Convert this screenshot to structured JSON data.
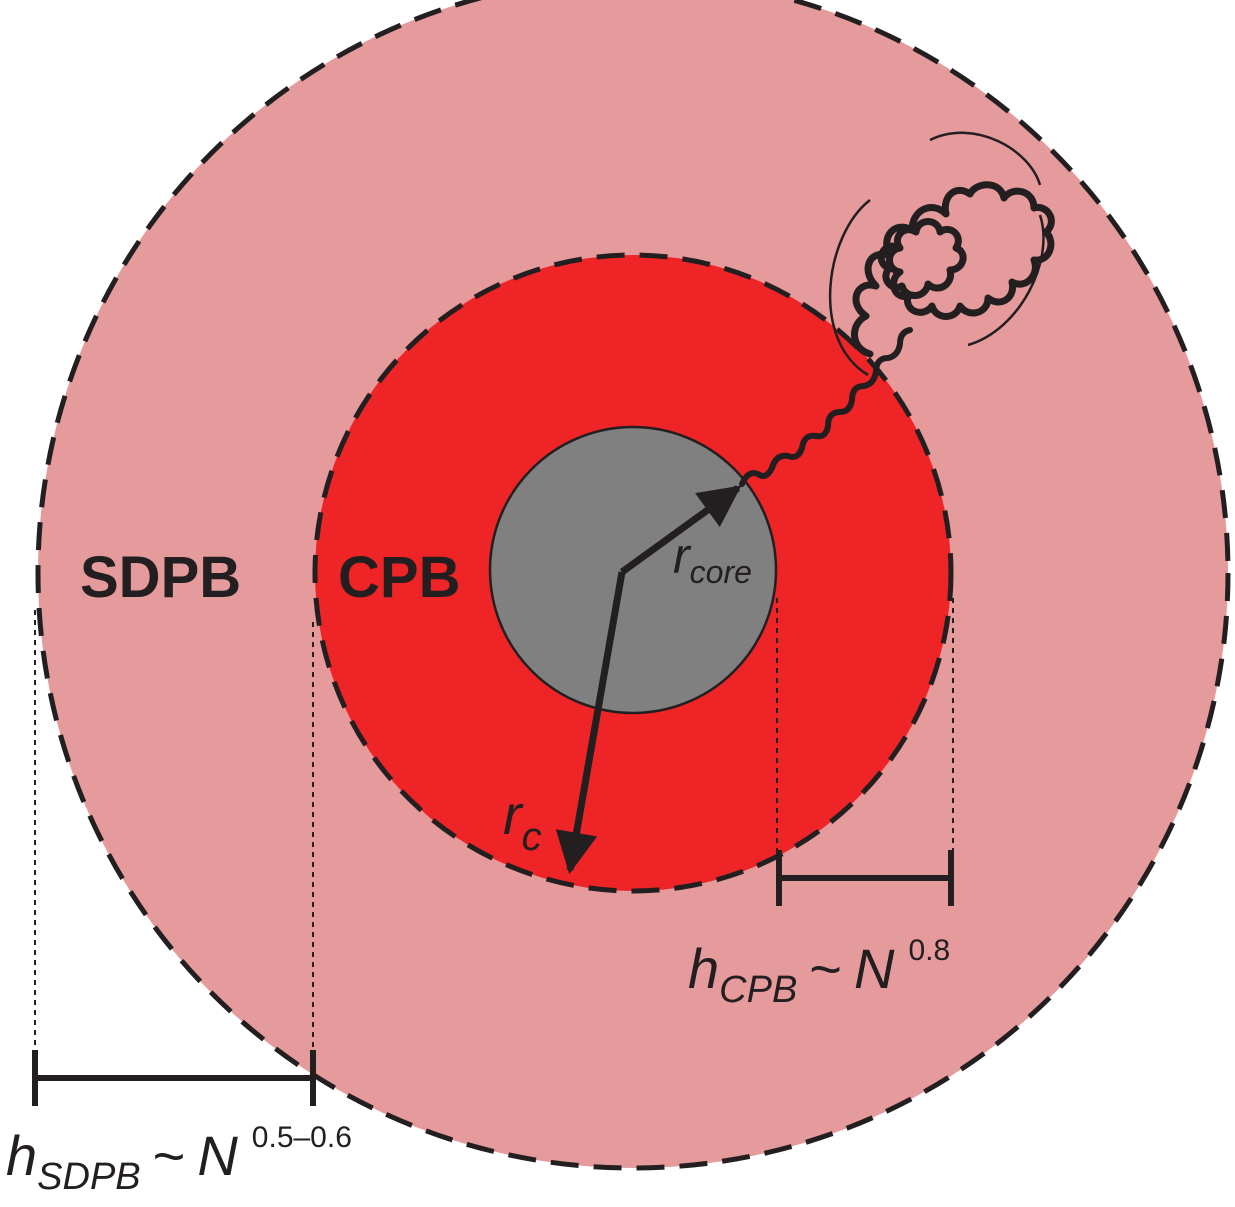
{
  "colors": {
    "sdpb_fill": "#e59a9c",
    "cpb_fill": "#ee2427",
    "core_fill": "#808080",
    "line": "#231f20"
  },
  "labels": {
    "sdpb": "SDPB",
    "cpb": "CPB",
    "r_core": {
      "symbol": "r",
      "subscript": "core"
    },
    "r_c": {
      "symbol": "r",
      "subscript": "c"
    }
  },
  "scalings": {
    "cpb": {
      "symbol": "h",
      "subscript": "CPB",
      "relation": "~",
      "variable": "N",
      "exponent": "0.8"
    },
    "sdpb": {
      "symbol": "h",
      "subscript": "SDPB",
      "relation": "~",
      "variable": "N",
      "exponent": "0.5–0.6"
    }
  },
  "elements": {
    "polymer_chain": "polymer-chain-icon",
    "radius_arrow": "arrow-icon"
  }
}
